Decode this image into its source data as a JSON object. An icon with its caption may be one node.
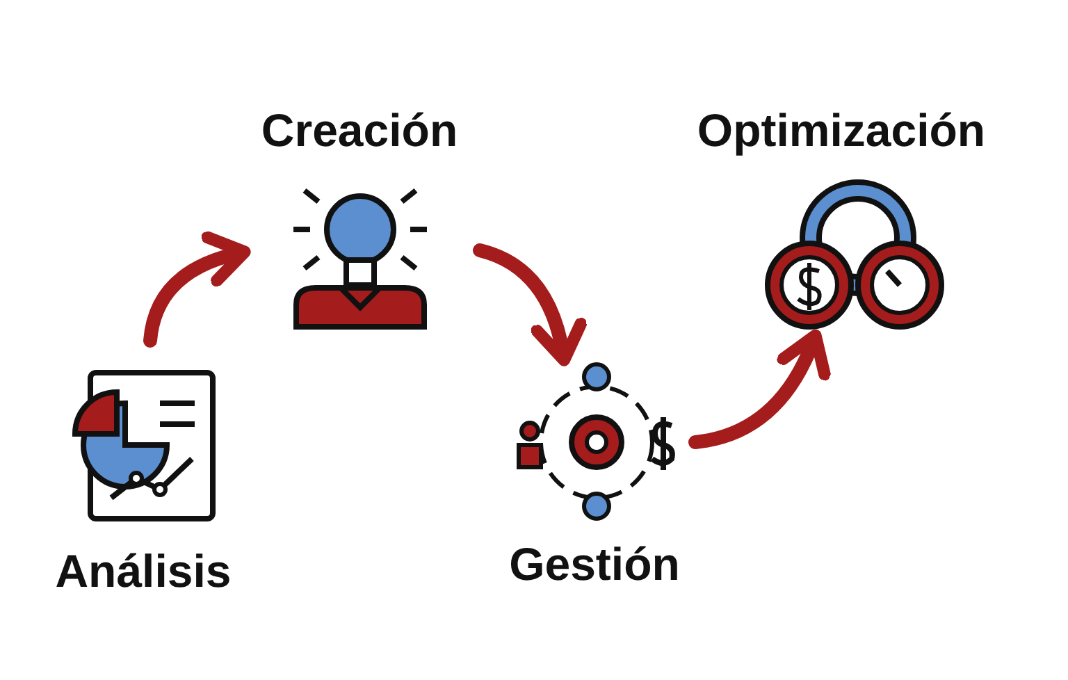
{
  "diagram": {
    "nodes": [
      {
        "text": [
          "Análisis"
        ]
      },
      {
        "text": [
          "Creación"
        ]
      },
      {
        "text": [
          "Gestión"
        ]
      },
      {
        "text": [
          "Optimización"
        ]
      }
    ],
    "edges": [
      {
        "from": 0,
        "to": 1,
        "arrow": "to"
      },
      {
        "from": 1,
        "to": 2,
        "arrow": "to"
      },
      {
        "from": 2,
        "to": 3,
        "arrow": "to"
      }
    ]
  }
}
